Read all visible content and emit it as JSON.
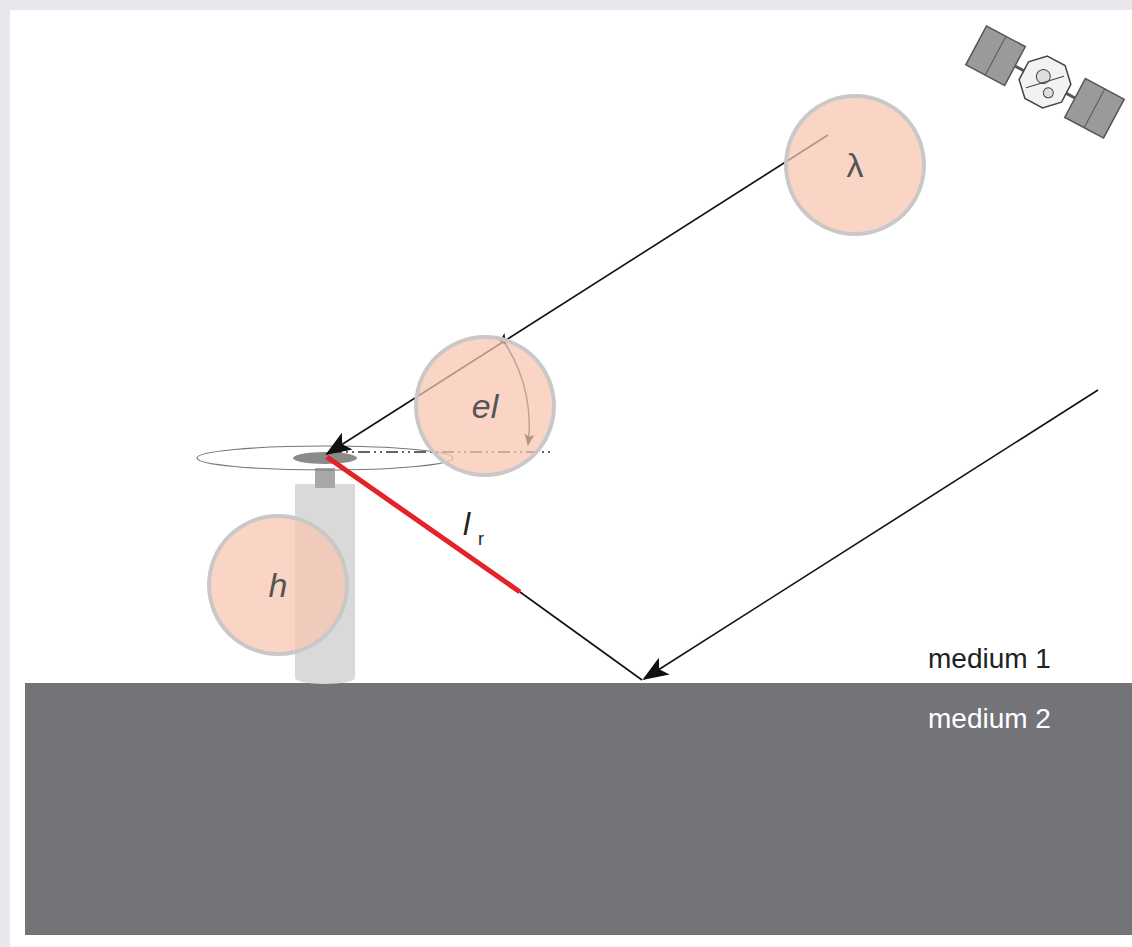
{
  "diagram": {
    "nodes": [
      {
        "text": [
          "λ"
        ]
      },
      {
        "text": [
          "el"
        ]
      },
      {
        "text": [
          "h"
        ]
      }
    ],
    "labels": [
      "l",
      "r",
      "medium 1",
      "medium 2"
    ]
  }
}
